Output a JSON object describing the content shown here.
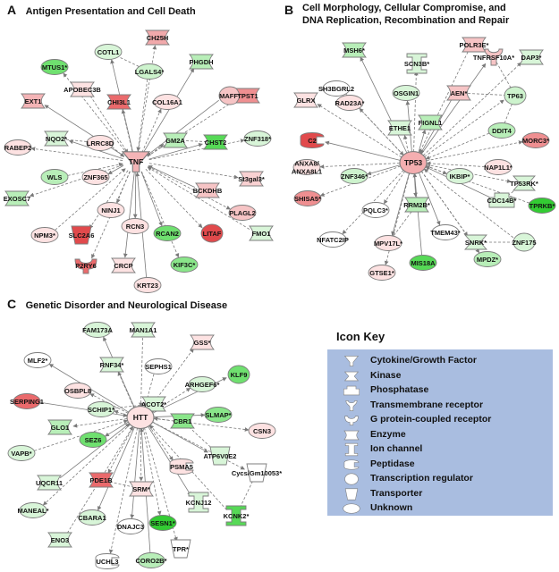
{
  "panels": [
    {
      "letter": "A",
      "title": "Antigen Presentation and Cell Death",
      "hub": {
        "id": "TNF",
        "label": "TNF",
        "shape": "cytokine",
        "color": "#f4b4b6"
      },
      "nodes": [
        {
          "id": "EXT1",
          "label": "EXT1",
          "shape": "enzyme",
          "color": "#f4b4b6"
        },
        {
          "id": "APOBEC3B",
          "label": "APOBEC3B",
          "shape": "enzyme",
          "color": "#fde2e2"
        },
        {
          "id": "MTUS1",
          "label": "MTUS1*",
          "shape": "unknown",
          "color": "#6fe06f"
        },
        {
          "id": "COTL1",
          "label": "COTL1",
          "shape": "unknown",
          "color": "#d8f5d8"
        },
        {
          "id": "CH25H",
          "label": "CH25H",
          "shape": "enzyme",
          "color": "#f1a9ab"
        },
        {
          "id": "LGALS4",
          "label": "LGALS4*",
          "shape": "unknown",
          "color": "#cdf3cd"
        },
        {
          "id": "PHGDH",
          "label": "PHGDH",
          "shape": "enzyme",
          "color": "#b8eeb8"
        },
        {
          "id": "CHI3L1",
          "label": "CHI3L1",
          "shape": "enzyme",
          "color": "#ea6a6c"
        },
        {
          "id": "COL16A1",
          "label": "COL16A1",
          "shape": "unknown",
          "color": "#fde2e2"
        },
        {
          "id": "MAFF",
          "label": "MAFF*",
          "shape": "transcription",
          "color": "#f6c4c5"
        },
        {
          "id": "TPST1",
          "label": "TPST1",
          "shape": "enzyme",
          "color": "#ef8f91"
        },
        {
          "id": "RABEP2",
          "label": "RABEP2",
          "shape": "unknown",
          "color": "#fde2e2"
        },
        {
          "id": "NQO2",
          "label": "NQO2*",
          "shape": "enzyme",
          "color": "#d8f5d8"
        },
        {
          "id": "LRRC8D",
          "label": "LRRC8D",
          "shape": "unknown",
          "color": "#fde2e2"
        },
        {
          "id": "GM2A",
          "label": "GM2A",
          "shape": "enzyme",
          "color": "#b8eeb8"
        },
        {
          "id": "CHST2",
          "label": "CHST2",
          "shape": "enzyme",
          "color": "#56d956"
        },
        {
          "id": "ZNF318",
          "label": "ZNF318*",
          "shape": "unknown",
          "color": "#d8f5d8"
        },
        {
          "id": "WLS",
          "label": "WLS",
          "shape": "unknown",
          "color": "#b8eeb8"
        },
        {
          "id": "ZNF365",
          "label": "ZNF365",
          "shape": "unknown",
          "color": "#fde2e2"
        },
        {
          "id": "St3gal3",
          "label": "St3gal3*",
          "shape": "enzyme",
          "color": "#f9d1d2"
        },
        {
          "id": "EXOSC7",
          "label": "EXOSC7",
          "shape": "enzyme",
          "color": "#b8eeb8"
        },
        {
          "id": "BCKDHB",
          "label": "BCKDHB",
          "shape": "enzyme",
          "color": "#f6c4c5"
        },
        {
          "id": "PLAGL2",
          "label": "PLAGL2",
          "shape": "unknown",
          "color": "#f6c4c5"
        },
        {
          "id": "NINJ1",
          "label": "NINJ1",
          "shape": "unknown",
          "color": "#fde2e2"
        },
        {
          "id": "RCN3",
          "label": "RCN3",
          "shape": "unknown",
          "color": "#fde2e2"
        },
        {
          "id": "NPM3",
          "label": "NPM3*",
          "shape": "unknown",
          "color": "#fde2e2"
        },
        {
          "id": "SLC2A6",
          "label": "SLC2A6",
          "shape": "transporter",
          "color": "#e14a4c"
        },
        {
          "id": "RCAN2",
          "label": "RCAN2",
          "shape": "unknown",
          "color": "#6fe06f"
        },
        {
          "id": "LITAF",
          "label": "LITAF",
          "shape": "transcription",
          "color": "#e14a4c"
        },
        {
          "id": "FMO1",
          "label": "FMO1",
          "shape": "enzyme",
          "color": "#d8f5d8"
        },
        {
          "id": "CRCP",
          "label": "CRCP",
          "shape": "enzyme",
          "color": "#fde2e2"
        },
        {
          "id": "KIF3C",
          "label": "KIF3C*",
          "shape": "unknown",
          "color": "#8ae68a"
        },
        {
          "id": "P2RY6",
          "label": "P2RY6",
          "shape": "gpcr",
          "color": "#ea6a6c"
        },
        {
          "id": "KRT23",
          "label": "KRT23",
          "shape": "unknown",
          "color": "#fde2e2"
        }
      ]
    },
    {
      "letter": "B",
      "title": "Cell Morphology, Cellular Compromise, and DNA Replication, Recombination and Repair",
      "title_lines": [
        "Cell Morphology, Cellular Compromise, and",
        "DNA Replication, Recombination and Repair"
      ],
      "hub": {
        "id": "TP53",
        "label": "TP53",
        "shape": "transcription",
        "color": "#f4aeb0"
      },
      "nodes": [
        {
          "id": "MSH6",
          "label": "MSH6*",
          "shape": "enzyme",
          "color": "#b8eeb8"
        },
        {
          "id": "POLR3E",
          "label": "POLR3E*",
          "shape": "enzyme",
          "color": "#f6c4c5"
        },
        {
          "id": "SCN3B",
          "label": "SCN3B*",
          "shape": "ionchannel",
          "color": "#d8f5d8"
        },
        {
          "id": "TNFRSF10A",
          "label": "TNFRSF10A*",
          "shape": "receptor",
          "color": "#f6c4c5"
        },
        {
          "id": "DAP3",
          "label": "DAP3*",
          "shape": "enzyme",
          "color": "#d8f5d8"
        },
        {
          "id": "SH3BGRL2",
          "label": "SH3BGRL2",
          "shape": "unknown",
          "color": "#ffffff"
        },
        {
          "id": "OSGIN1",
          "label": "OSGIN1",
          "shape": "unknown",
          "color": "#d8f5d8"
        },
        {
          "id": "GLRX",
          "label": "GLRX",
          "shape": "enzyme",
          "color": "#fde2e2"
        },
        {
          "id": "RAD23A",
          "label": "RAD23A*",
          "shape": "unknown",
          "color": "#fde2e2"
        },
        {
          "id": "AEN",
          "label": "AEN*",
          "shape": "enzyme",
          "color": "#f6c4c5"
        },
        {
          "id": "TP63",
          "label": "TP63",
          "shape": "transcription",
          "color": "#cdf3cd"
        },
        {
          "id": "ETHE1",
          "label": "ETHE1",
          "shape": "enzyme",
          "color": "#d8f5d8"
        },
        {
          "id": "FIGNL1",
          "label": "FIGNL1",
          "shape": "enzyme",
          "color": "#b8eeb8"
        },
        {
          "id": "DDIT4",
          "label": "DDIT4",
          "shape": "unknown",
          "color": "#b8eeb8"
        },
        {
          "id": "MORC3",
          "label": "MORC3*",
          "shape": "unknown",
          "color": "#ef8f91"
        },
        {
          "id": "C2",
          "label": "C2",
          "shape": "peptidase",
          "color": "#e14a4c"
        },
        {
          "id": "ANXA8",
          "label": "ANXA8/ ANXA8L1",
          "shape": "unknown",
          "color": "#fde2e2"
        },
        {
          "id": "NAP1L1",
          "label": "NAP1L1*",
          "shape": "unknown",
          "color": "#fde2e2"
        },
        {
          "id": "ZNF346",
          "label": "ZNF346*",
          "shape": "unknown",
          "color": "#cdf3cd"
        },
        {
          "id": "IKBIP",
          "label": "IKBIP*",
          "shape": "unknown",
          "color": "#d8f5d8"
        },
        {
          "id": "TP53RK",
          "label": "TP53RK*",
          "shape": "kinase",
          "color": "#d8f5d8"
        },
        {
          "id": "CDC14B",
          "label": "CDC14B*",
          "shape": "phosphatase",
          "color": "#d8f5d8"
        },
        {
          "id": "SHISA5",
          "label": "SHISA5*",
          "shape": "unknown",
          "color": "#ef8f91"
        },
        {
          "id": "PQLC3",
          "label": "PQLC3*",
          "shape": "unknown",
          "color": "#ffffff"
        },
        {
          "id": "RRM2B",
          "label": "RRM2B*",
          "shape": "enzyme",
          "color": "#b8eeb8"
        },
        {
          "id": "TPRKB",
          "label": "TPRKB*",
          "shape": "unknown",
          "color": "#33cc33"
        },
        {
          "id": "NFATC2IP",
          "label": "NFATC2IP",
          "shape": "unknown",
          "color": "#ffffff"
        },
        {
          "id": "TMEM43",
          "label": "TMEM43*",
          "shape": "unknown",
          "color": "#ffffff"
        },
        {
          "id": "SNRK",
          "label": "SNRK*",
          "shape": "kinase",
          "color": "#d8f5d8"
        },
        {
          "id": "ZNF175",
          "label": "ZNF175",
          "shape": "transcription",
          "color": "#d8f5d8"
        },
        {
          "id": "MPV17L",
          "label": "MPV17L*",
          "shape": "unknown",
          "color": "#fde2e2"
        },
        {
          "id": "MPDZ",
          "label": "MPDZ*",
          "shape": "unknown",
          "color": "#b8eeb8"
        },
        {
          "id": "GTSE1",
          "label": "GTSE1*",
          "shape": "unknown",
          "color": "#fde2e2"
        },
        {
          "id": "MIS18A",
          "label": "MIS18A",
          "shape": "unknown",
          "color": "#56d956"
        }
      ]
    },
    {
      "letter": "C",
      "title": "Genetic Disorder and Neurological Disease",
      "hub": {
        "id": "HTT",
        "label": "HTT",
        "shape": "transcription",
        "color": "#fde2e2"
      },
      "nodes": [
        {
          "id": "FAM173A",
          "label": "FAM173A",
          "shape": "unknown",
          "color": "#d8f5d8"
        },
        {
          "id": "MAN1A1",
          "label": "MAN1A1",
          "shape": "enzyme",
          "color": "#d8f5d8"
        },
        {
          "id": "GSS",
          "label": "GSS*",
          "shape": "enzyme",
          "color": "#fde2e2"
        },
        {
          "id": "MLF2",
          "label": "MLF2*",
          "shape": "unknown",
          "color": "#ffffff"
        },
        {
          "id": "RNF34",
          "label": "RNF34*",
          "shape": "enzyme",
          "color": "#d8f5d8"
        },
        {
          "id": "SEPHS1",
          "label": "SEPHS1",
          "shape": "unknown",
          "color": "#ffffff"
        },
        {
          "id": "KLF9",
          "label": "KLF9",
          "shape": "transcription",
          "color": "#6fe06f"
        },
        {
          "id": "OSBPL8",
          "label": "OSBPL8",
          "shape": "unknown",
          "color": "#fde2e2"
        },
        {
          "id": "ARHGEF6",
          "label": "ARHGEF6*",
          "shape": "unknown",
          "color": "#d8f5d8"
        },
        {
          "id": "SERPING1",
          "label": "SERPING1",
          "shape": "unknown",
          "color": "#ea6a6c"
        },
        {
          "id": "SCHIP1",
          "label": "SCHIP1*",
          "shape": "unknown",
          "color": "#d8f5d8"
        },
        {
          "id": "ACOT2",
          "label": "ACOT2*",
          "shape": "enzyme",
          "color": "#d8f5d8"
        },
        {
          "id": "SLMAP",
          "label": "SLMAP*",
          "shape": "unknown",
          "color": "#8ae68a"
        },
        {
          "id": "CBR1",
          "label": "CBR1",
          "shape": "enzyme",
          "color": "#8ae68a"
        },
        {
          "id": "GLO1",
          "label": "GLO1",
          "shape": "enzyme",
          "color": "#b8eeb8"
        },
        {
          "id": "SEZ6",
          "label": "SEZ6",
          "shape": "unknown",
          "color": "#6fe06f"
        },
        {
          "id": "CSN3",
          "label": "CSN3",
          "shape": "unknown",
          "color": "#fde2e2"
        },
        {
          "id": "VAPB",
          "label": "VAPB*",
          "shape": "unknown",
          "color": "#d8f5d8"
        },
        {
          "id": "ATP6V0E2",
          "label": "ATP6V0E2",
          "shape": "transporter",
          "color": "#d8f5d8"
        },
        {
          "id": "PSMA5",
          "label": "PSMA5",
          "shape": "peptidase",
          "color": "#fde2e2"
        },
        {
          "id": "Cycs",
          "label": "Cycs/Gm10053*",
          "shape": "transporter",
          "color": "#ffffff"
        },
        {
          "id": "UQCR11",
          "label": "UQCR11",
          "shape": "enzyme",
          "color": "#d8f5d8"
        },
        {
          "id": "PDE1B",
          "label": "PDE1B",
          "shape": "enzyme",
          "color": "#ea6a6c"
        },
        {
          "id": "SRM",
          "label": "SRM*",
          "shape": "enzyme",
          "color": "#fde2e2"
        },
        {
          "id": "KCNJ12",
          "label": "KCNJ12",
          "shape": "ionchannel",
          "color": "#d8f5d8"
        },
        {
          "id": "KCNK2",
          "label": "KCNK2*",
          "shape": "ionchannel",
          "color": "#56d956"
        },
        {
          "id": "MANEAL",
          "label": "MANEAL*",
          "shape": "unknown",
          "color": "#d8f5d8"
        },
        {
          "id": "CBARA1",
          "label": "CBARA1",
          "shape": "unknown",
          "color": "#d8f5d8"
        },
        {
          "id": "SESN1",
          "label": "SESN1*",
          "shape": "unknown",
          "color": "#33cc33"
        },
        {
          "id": "ENO3",
          "label": "ENO3",
          "shape": "enzyme",
          "color": "#d8f5d8"
        },
        {
          "id": "DNAJC3",
          "label": "DNAJC3",
          "shape": "unknown",
          "color": "#ffffff"
        },
        {
          "id": "TPR",
          "label": "TPR*",
          "shape": "transporter",
          "color": "#ffffff"
        },
        {
          "id": "UCHL3",
          "label": "UCHL3",
          "shape": "peptidase",
          "color": "#ffffff"
        },
        {
          "id": "CORO2B",
          "label": "CORO2B*",
          "shape": "unknown",
          "color": "#b8eeb8"
        }
      ]
    }
  ],
  "icon_key": {
    "title": "Icon Key",
    "items": [
      {
        "shape": "cytokine",
        "label": "Cytokine/Growth Factor"
      },
      {
        "shape": "kinase",
        "label": "Kinase"
      },
      {
        "shape": "phosphatase",
        "label": "Phosphatase"
      },
      {
        "shape": "receptor",
        "label": "Transmembrane receptor"
      },
      {
        "shape": "gpcr",
        "label": "G protein-coupled receptor"
      },
      {
        "shape": "enzyme",
        "label": "Enzyme"
      },
      {
        "shape": "ionchannel",
        "label": "Ion channel"
      },
      {
        "shape": "peptidase",
        "label": "Peptidase"
      },
      {
        "shape": "transcription",
        "label": "Transcription regulator"
      },
      {
        "shape": "transporter",
        "label": "Transporter"
      },
      {
        "shape": "unknown",
        "label": "Unknown"
      }
    ]
  }
}
